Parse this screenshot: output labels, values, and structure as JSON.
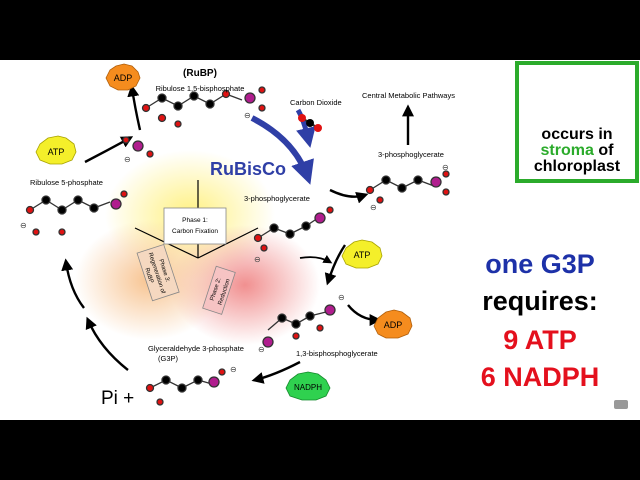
{
  "diagram": {
    "rubp_abbrev": "(RuBP)",
    "rubp_name": "Ribulose 1,5-bisphosphate",
    "co2": "Carbon Dioxide",
    "enzyme": "RuBisCo",
    "pga_top": "3-phosphoglycerate",
    "pga_mid": "3-phosphoglycerate",
    "central": "Central Metabolic Pathways",
    "bpg": "1,3-bisphosphoglycerate",
    "g3p_name": "Glyceraldehyde 3-phosphate",
    "g3p_abbrev": "(G3P)",
    "ru5p": "Ribulose 5-phosphate",
    "phase1_title": "Phase 1:",
    "phase1_sub": "Carbon Fixation",
    "phase2_title": "Phase 2:",
    "phase2_sub": "Reduction",
    "phase3_title": "Phase 3:",
    "phase3_sub1": "Regeneration of",
    "phase3_sub2": "RuBP",
    "pi": "Pi +",
    "charge": "⊖",
    "adp": "ADP",
    "atp": "ATP",
    "nadph": "NADPH"
  },
  "chloroplast": {
    "line1": "occurs in",
    "line2a": "stroma",
    "line2b": "of",
    "line3": "chloroplast"
  },
  "summary": {
    "line1": "one G3P",
    "line2": "requires:",
    "line3": "9 ATP",
    "line4": "6 NADPH"
  },
  "colors": {
    "blue": "#1d31a8",
    "red": "#e4101d",
    "green": "#2bab2b",
    "phosphorus": "#b01d8e",
    "oxygen": "#e01212",
    "adp_fill": "#f58c1e",
    "atp_fill": "#f4ef2a",
    "nadph_fill": "#2fd14f"
  }
}
